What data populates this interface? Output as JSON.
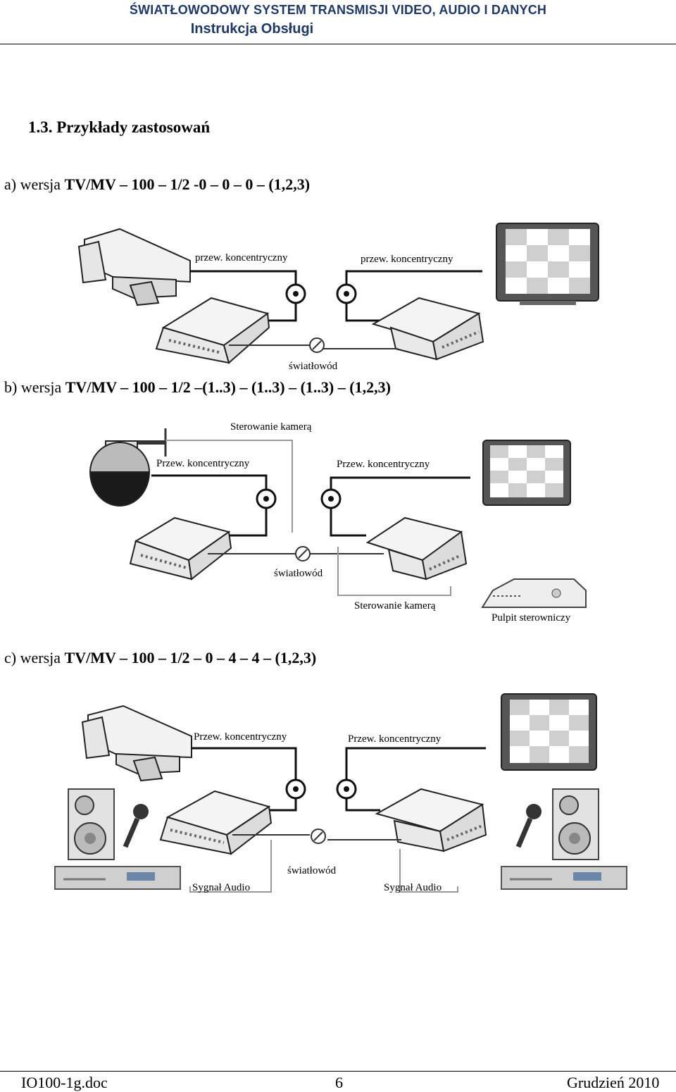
{
  "header": {
    "title": "ŚWIATŁOWODOWY SYSTEM TRANSMISJI VIDEO, AUDIO I DANYCH",
    "subtitle": "Instrukcja Obsługi"
  },
  "section_title": "1.3. Przykłady zastosowań",
  "examples": {
    "a": {
      "caption_prefix": "a) wersja ",
      "caption_bold": "TV/MV – 100 – 1/2 -0 – 0 – 0 – (1,2,3)",
      "label_coax_left": "przew. koncentryczny",
      "label_coax_right": "przew. koncentryczny",
      "label_fiber": "światłowód"
    },
    "b": {
      "caption_prefix": "b) wersja ",
      "caption_bold": "TV/MV – 100 – 1/2 –(1..3) – (1..3) – (1..3) – (1,2,3)",
      "label_control_top": "Sterowanie kamerą",
      "label_coax_left": "Przew. koncentryczny",
      "label_coax_right": "Przew. koncentryczny",
      "label_fiber": "światłowód",
      "label_control_bottom": "Sterowanie kamerą",
      "label_console": "Pulpit sterowniczy"
    },
    "c": {
      "caption_prefix": "c) wersja ",
      "caption_bold": "TV/MV – 100 – 1/2 – 0 – 4 – 4 – (1,2,3)",
      "label_coax_left": "Przew. koncentryczny",
      "label_coax_right": "Przew. koncentryczny",
      "label_fiber": "światłowód",
      "label_audio_left": "Sygnał Audio",
      "label_audio_right": "Sygnał Audio"
    }
  },
  "footer": {
    "doc": "IO100-1g.doc",
    "page": "6",
    "date": "Grudzień 2010"
  }
}
